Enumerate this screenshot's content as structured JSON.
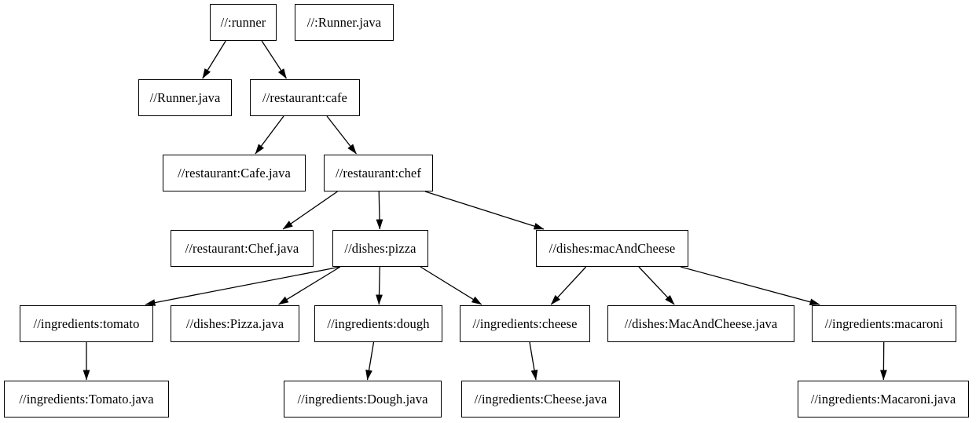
{
  "diagram": {
    "type": "dependency-graph",
    "colors": {
      "background": "#ffffff",
      "node_fill": "#ffffff",
      "node_border": "#000000",
      "edge": "#000000",
      "text": "#000000"
    },
    "nodes": [
      {
        "id": "runner",
        "label": "//:runner"
      },
      {
        "id": "runner_java_root",
        "label": "//:Runner.java"
      },
      {
        "id": "runner_java",
        "label": "//Runner.java"
      },
      {
        "id": "cafe",
        "label": "//restaurant:cafe"
      },
      {
        "id": "cafe_java",
        "label": "//restaurant:Cafe.java"
      },
      {
        "id": "chef",
        "label": "//restaurant:chef"
      },
      {
        "id": "chef_java",
        "label": "//restaurant:Chef.java"
      },
      {
        "id": "pizza",
        "label": "//dishes:pizza"
      },
      {
        "id": "mac",
        "label": "//dishes:macAndCheese"
      },
      {
        "id": "tomato",
        "label": "//ingredients:tomato"
      },
      {
        "id": "pizza_java",
        "label": "//dishes:Pizza.java"
      },
      {
        "id": "dough",
        "label": "//ingredients:dough"
      },
      {
        "id": "cheese",
        "label": "//ingredients:cheese"
      },
      {
        "id": "mac_java",
        "label": "//dishes:MacAndCheese.java"
      },
      {
        "id": "macaroni",
        "label": "//ingredients:macaroni"
      },
      {
        "id": "tomato_java",
        "label": "//ingredients:Tomato.java"
      },
      {
        "id": "dough_java",
        "label": "//ingredients:Dough.java"
      },
      {
        "id": "cheese_java",
        "label": "//ingredients:Cheese.java"
      },
      {
        "id": "macaroni_java",
        "label": "//ingredients:Macaroni.java"
      }
    ],
    "edges": [
      {
        "from": "runner",
        "to": "runner_java"
      },
      {
        "from": "runner",
        "to": "cafe"
      },
      {
        "from": "cafe",
        "to": "cafe_java"
      },
      {
        "from": "cafe",
        "to": "chef"
      },
      {
        "from": "chef",
        "to": "chef_java"
      },
      {
        "from": "chef",
        "to": "pizza"
      },
      {
        "from": "chef",
        "to": "mac"
      },
      {
        "from": "pizza",
        "to": "tomato"
      },
      {
        "from": "pizza",
        "to": "pizza_java"
      },
      {
        "from": "pizza",
        "to": "dough"
      },
      {
        "from": "pizza",
        "to": "cheese"
      },
      {
        "from": "mac",
        "to": "cheese"
      },
      {
        "from": "mac",
        "to": "mac_java"
      },
      {
        "from": "mac",
        "to": "macaroni"
      },
      {
        "from": "tomato",
        "to": "tomato_java"
      },
      {
        "from": "dough",
        "to": "dough_java"
      },
      {
        "from": "cheese",
        "to": "cheese_java"
      },
      {
        "from": "macaroni",
        "to": "macaroni_java"
      }
    ]
  }
}
